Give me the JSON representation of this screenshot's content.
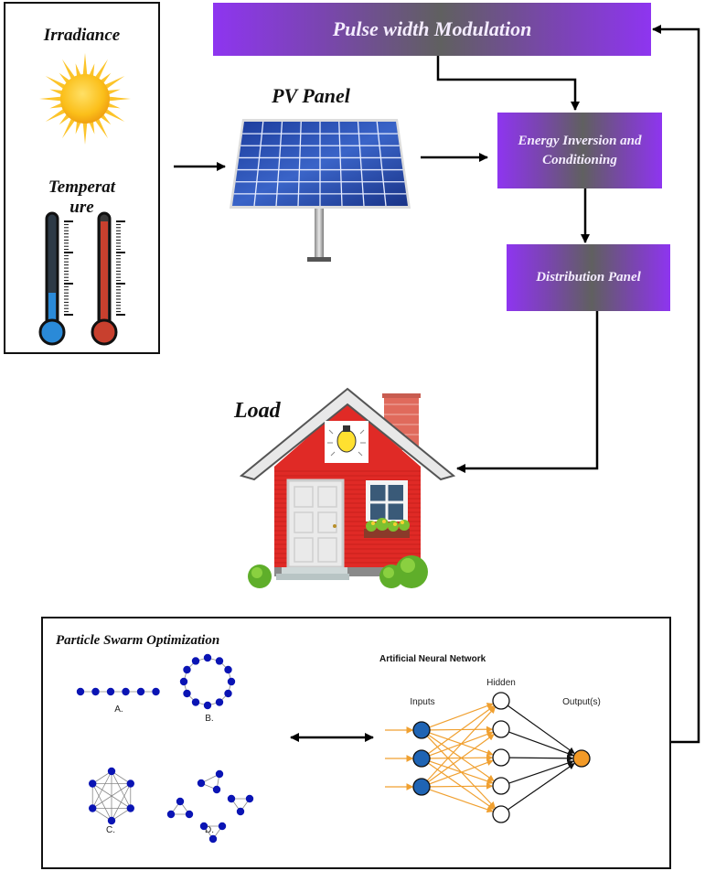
{
  "inputs_box": {
    "irradiance_label": "Irradiance",
    "temperature_label_line1": "Temperat",
    "temperature_label_line2": "ure",
    "sun_icon": "sun-icon",
    "thermometer_icons": [
      "thermometer-cold-icon",
      "thermometer-hot-icon"
    ],
    "thermometer_cold_level": 0.3,
    "thermometer_hot_level": 0.95
  },
  "pv_panel": {
    "label": "PV Panel",
    "icon": "solar-panel-icon"
  },
  "pwm": {
    "label": "Pulse width Modulation"
  },
  "energy_inversion": {
    "label_line1": "Energy Inversion and",
    "label_line2": "Conditioning"
  },
  "distribution": {
    "label": "Distribution Panel"
  },
  "load": {
    "label": "Load",
    "icon": "house-icon",
    "bulb_icon": "light-bulb-icon"
  },
  "pso": {
    "title": "Particle Swarm Optimization",
    "topologies": [
      {
        "id": "A",
        "label": "A.",
        "type": "line",
        "nodes": 6
      },
      {
        "id": "B",
        "label": "B.",
        "type": "ring",
        "nodes": 12
      },
      {
        "id": "C",
        "label": "C.",
        "type": "fully-connected",
        "nodes": 6
      },
      {
        "id": "D",
        "label": "D.",
        "type": "clusters",
        "clusters": 4,
        "nodes_per_cluster": 3
      }
    ]
  },
  "ann": {
    "title": "Artificial Neural Network",
    "inputs_label": "Inputs",
    "hidden_label": "Hidden",
    "outputs_label": "Output(s)",
    "input_nodes": 3,
    "hidden_nodes": 5,
    "output_nodes": 1
  },
  "colors": {
    "box_gradient_edge": "#8e35f0",
    "box_gradient_center": "#606060",
    "pso_node": "#0a14b4",
    "ann_input": "#1f64b4",
    "ann_output": "#f39a27",
    "ann_edge": "#f0a030"
  }
}
